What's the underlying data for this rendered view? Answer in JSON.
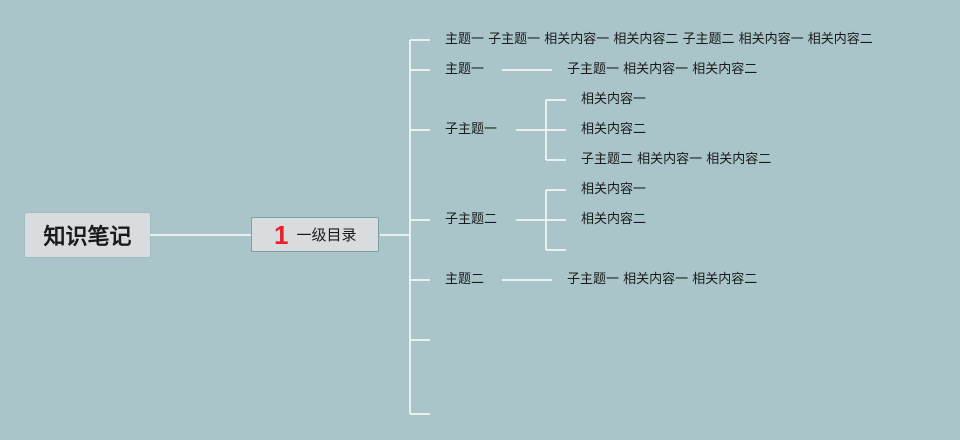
{
  "root": {
    "label": "知识笔记"
  },
  "level1": {
    "number": "1",
    "label": "一级目录"
  },
  "branches": {
    "b1_text": "主题一 子主题一 相关内容一 相关内容二 子主题二 相关内容一 相关内容二",
    "b2_label": "主题一",
    "b2_child": "子主题一 相关内容一 相关内容二",
    "b3_label": "子主题一",
    "b3_children": [
      "相关内容一",
      "相关内容二",
      "子主题二 相关内容一 相关内容二"
    ],
    "b4_label": "子主题二",
    "b4_children": [
      "相关内容一",
      "相关内容二",
      ""
    ],
    "b5_label": "主题二",
    "b5_child": "子主题一 相关内容一 相关内容二"
  },
  "colors": {
    "background": "#a9c5c9",
    "connector": "#ffffff",
    "number": "#e8202a"
  }
}
